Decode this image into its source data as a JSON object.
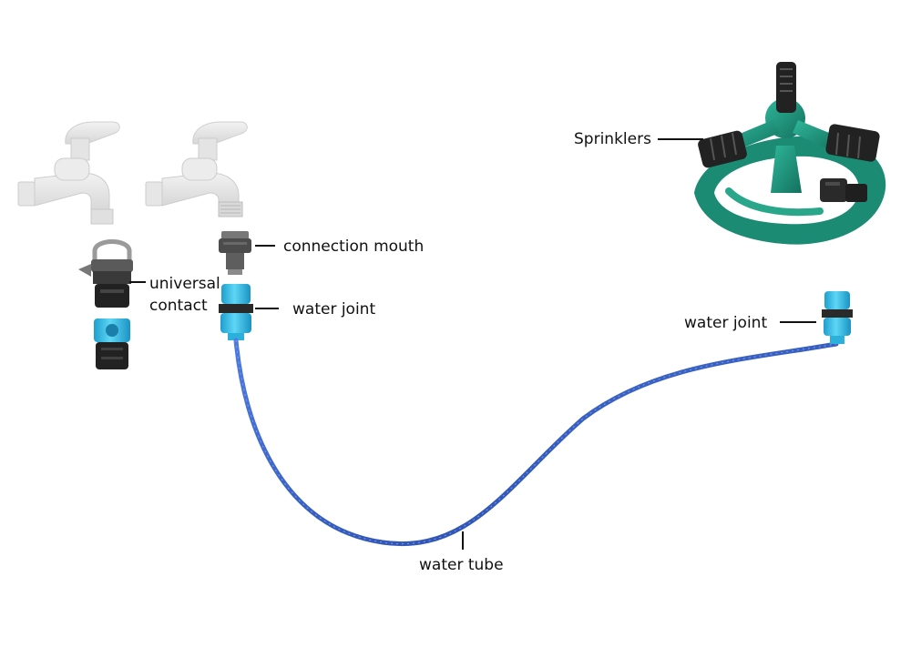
{
  "labels": {
    "universal_contact_line1": "universal",
    "universal_contact_line2": "contact",
    "connection_mouth": "connection mouth",
    "water_joint_left": "water joint",
    "water_joint_right": "water joint",
    "sprinklers": "Sprinklers",
    "water_tube": "water tube"
  },
  "colors": {
    "faucet": "#e9e9e9",
    "faucet_shade": "#d2d2d2",
    "connector_blue": "#3ec3ea",
    "connector_dark": "#222222",
    "hose_blue": "#2f58c8",
    "sprinkler_green": "#1f9a82",
    "leader_line": "#111111"
  }
}
